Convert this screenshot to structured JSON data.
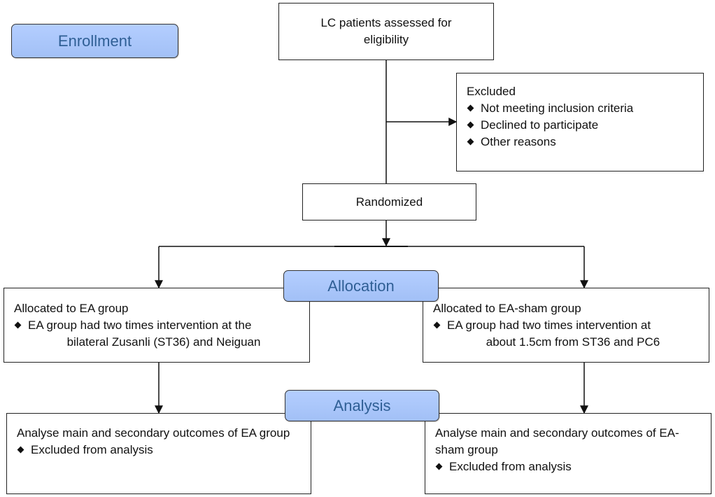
{
  "stages": {
    "enrollment": "Enrollment",
    "allocation": "Allocation",
    "analysis": "Analysis"
  },
  "assessed": {
    "line1": "LC patients assessed for",
    "line2": "eligibility"
  },
  "excluded": {
    "title": "Excluded",
    "items": [
      "Not meeting inclusion criteria",
      "Declined to participate",
      "Other reasons"
    ]
  },
  "randomized": "Randomized",
  "ea_group": {
    "title": "Allocated to EA group",
    "bullet_line1": "EA group had two times intervention at the",
    "bullet_line2": "bilateral Zusanli (ST36) and Neiguan"
  },
  "sham_group": {
    "title": "Allocated to EA-sham group",
    "bullet_line1": "EA group had two times intervention at",
    "bullet_line2": "about 1.5cm from ST36 and PC6"
  },
  "ea_analysis": {
    "text": "Analyse main and secondary outcomes of EA group",
    "bullet": "Excluded from analysis"
  },
  "sham_analysis": {
    "text": "Analyse main and secondary outcomes of EA-sham group",
    "bullet": "Excluded from analysis"
  }
}
